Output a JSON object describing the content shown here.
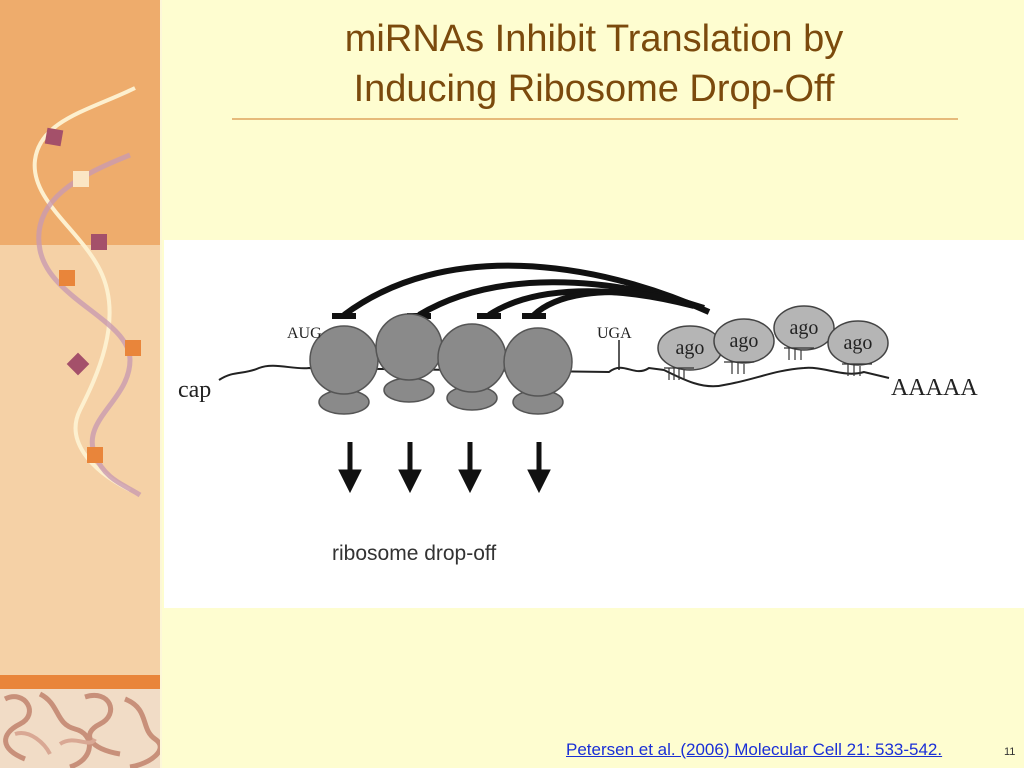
{
  "slide": {
    "title_line1": "miRNAs Inhibit Translation by",
    "title_line2": "Inducing Ribosome Drop-Off",
    "citation": "Petersen et al. (2006) Molecular Cell 21: 533-542.",
    "slide_number": "11"
  },
  "figure": {
    "labels": {
      "aug": "AUG",
      "uga": "UGA",
      "cap": "cap",
      "poly_a": "AAAAA",
      "drop_off": "ribosome drop-off"
    },
    "ago_labels": [
      "ago",
      "ago",
      "ago",
      "ago"
    ]
  },
  "colors": {
    "background": "#fefdd0",
    "title": "#7b4a0d",
    "sidebar_top": "#eeac6c",
    "sidebar_mid": "#f5d1a6",
    "sidebar_stripe": "#e9853a",
    "ribosome": "#8a8a8a",
    "citation_link": "#1a2fd6"
  }
}
